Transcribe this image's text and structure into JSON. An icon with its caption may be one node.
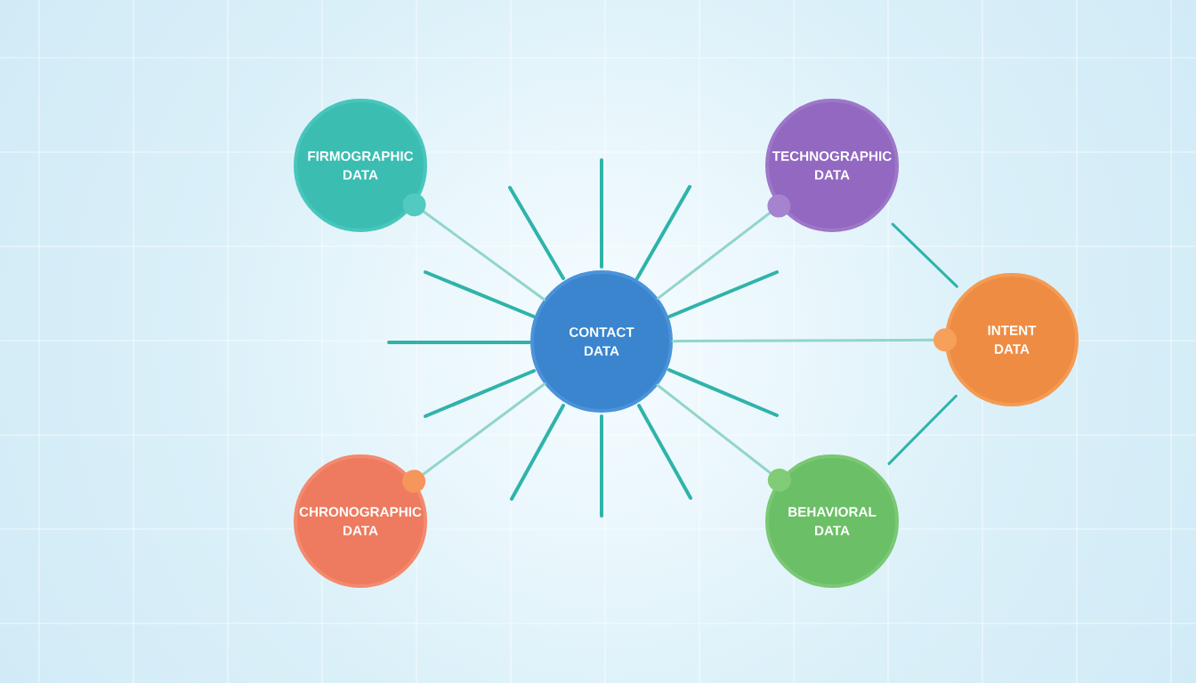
{
  "diagram": {
    "nodes": [
      {
        "text": [
          "FIRMOGRAPHIC DATA"
        ]
      },
      {
        "text": [
          "TECHNOGRAPHIC DATA"
        ]
      },
      {
        "text": [
          "CONTACT DATA"
        ]
      },
      {
        "text": [
          "INTENT DATA"
        ]
      },
      {
        "text": [
          "CHRONOGRAPHIC DATA"
        ]
      },
      {
        "text": [
          "BEHAVIORAL DATA"
        ]
      }
    ],
    "edges": [
      {
        "from": 2,
        "to": 0,
        "arrow": "other"
      },
      {
        "from": 2,
        "to": 1,
        "arrow": "other"
      },
      {
        "from": 2,
        "to": 3,
        "arrow": "other"
      },
      {
        "from": 2,
        "to": 4,
        "arrow": "other"
      },
      {
        "from": 2,
        "to": 5,
        "arrow": "other"
      },
      {
        "from": 1,
        "to": 3,
        "arrow": "none",
        "color": "#2fb3aa"
      },
      {
        "from": 3,
        "to": 5,
        "arrow": "none",
        "color": "#2fb3aa"
      }
    ]
  }
}
